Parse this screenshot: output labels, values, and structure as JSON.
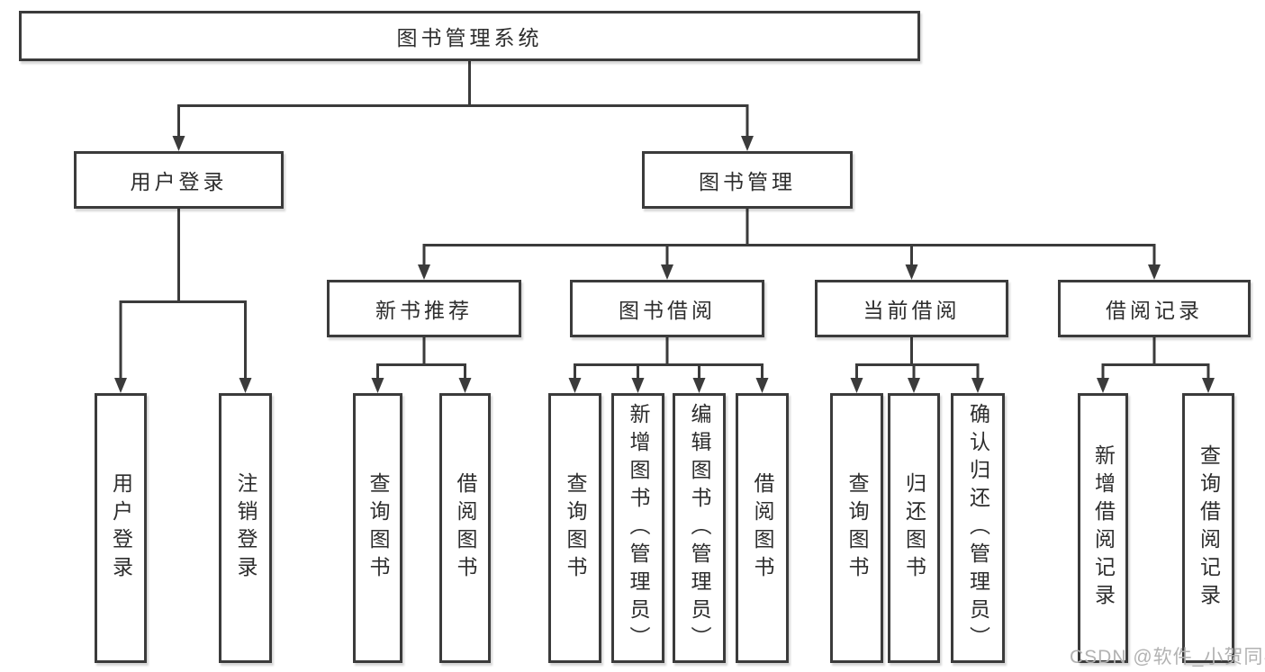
{
  "diagram": {
    "root": {
      "label": "图书管理系统"
    },
    "branches": [
      {
        "label": "用户登录",
        "children": [
          {
            "label": "用户登录"
          },
          {
            "label": "注销登录"
          }
        ]
      },
      {
        "label": "图书管理",
        "children": [
          {
            "label": "新书推荐",
            "children": [
              {
                "label": "查询图书"
              },
              {
                "label": "借阅图书"
              }
            ]
          },
          {
            "label": "图书借阅",
            "children": [
              {
                "label": "查询图书"
              },
              {
                "label": "新增图书（管理员）"
              },
              {
                "label": "编辑图书（管理员）"
              },
              {
                "label": "借阅图书"
              }
            ]
          },
          {
            "label": "当前借阅",
            "children": [
              {
                "label": "查询图书"
              },
              {
                "label": "归还图书"
              },
              {
                "label": "确认归还（管理员）"
              }
            ]
          },
          {
            "label": "借阅记录",
            "children": [
              {
                "label": "新增借阅记录"
              },
              {
                "label": "查询借阅记录"
              }
            ]
          }
        ]
      }
    ]
  },
  "watermark": {
    "text": "CSDN @软件_小贺同学"
  },
  "colors": {
    "line": "#3b3b3b",
    "box_border": "#3b3b3b",
    "box_fill": "#ffffff",
    "text": "#2d2d2d",
    "watermark": "#b2b2b2",
    "background": "#ffffff"
  }
}
